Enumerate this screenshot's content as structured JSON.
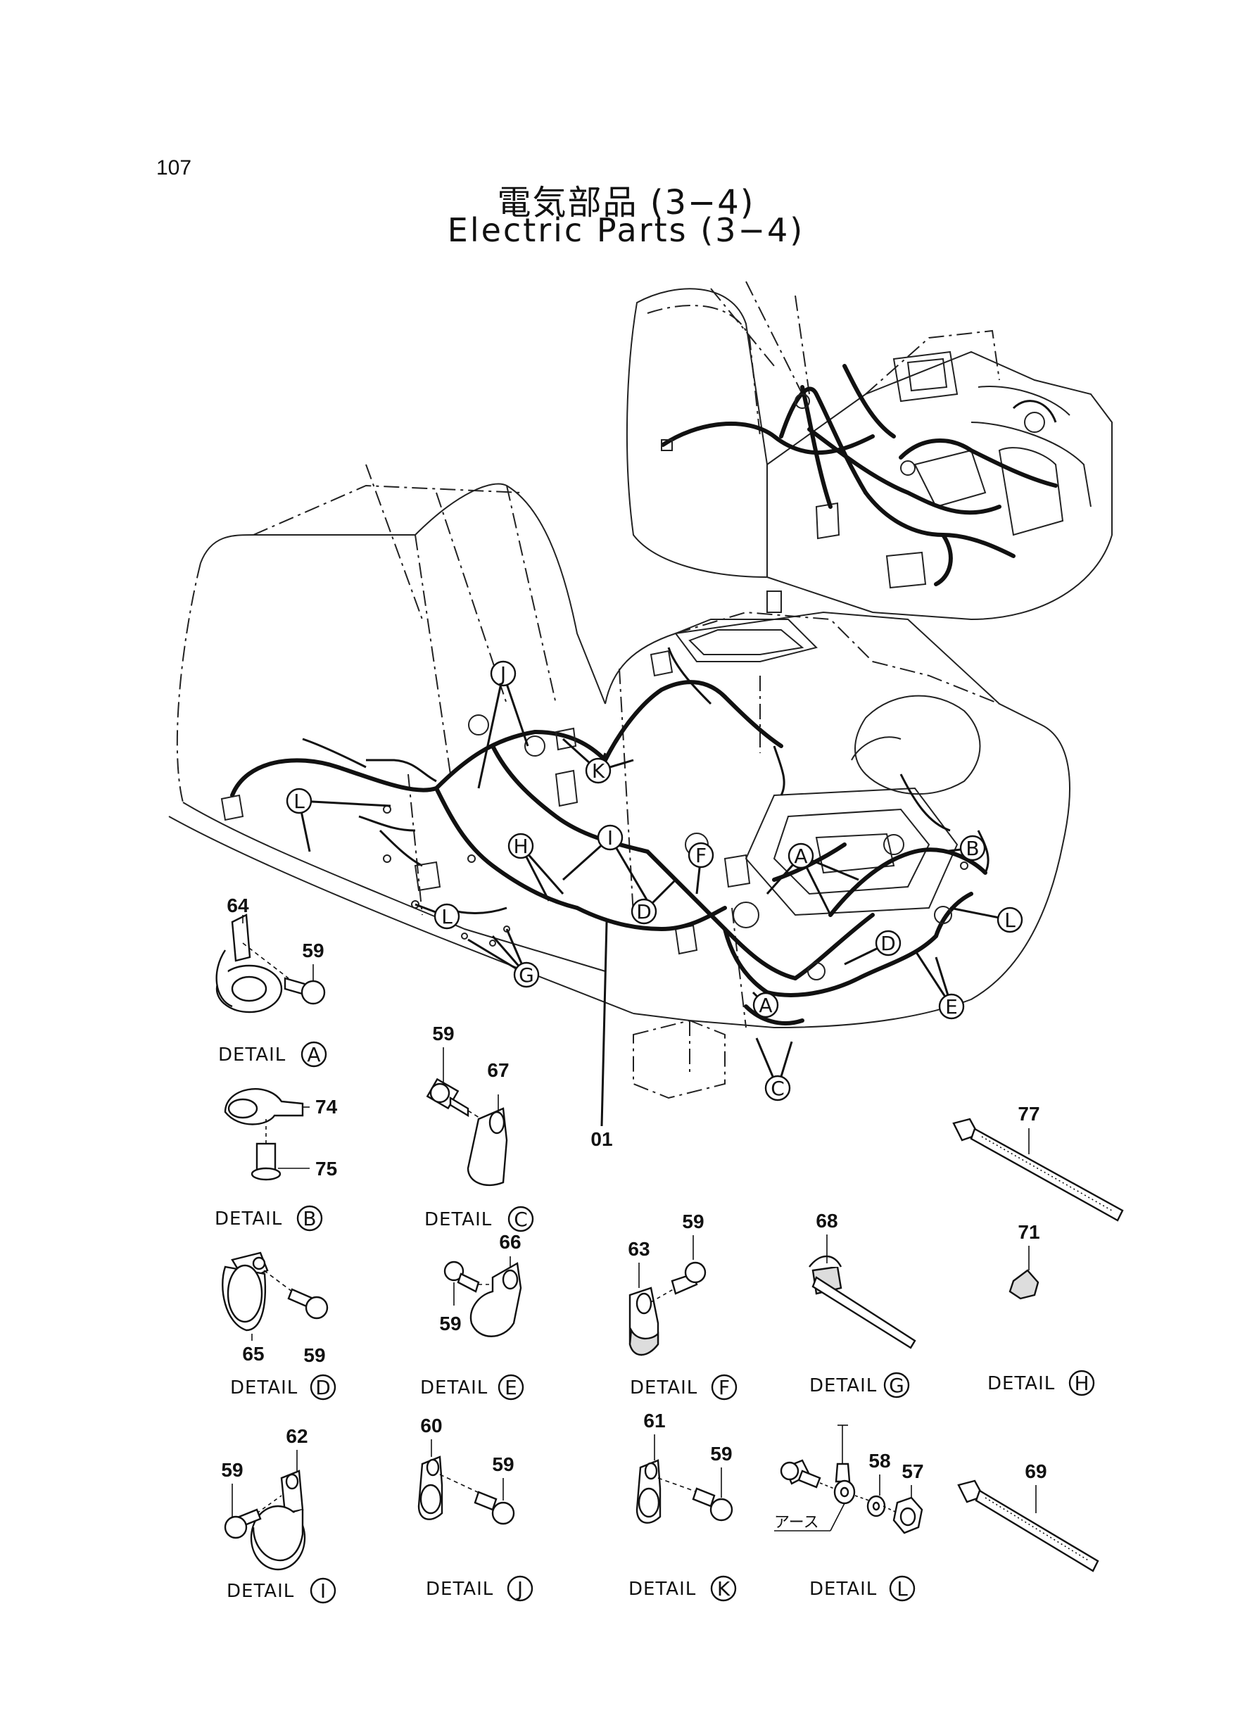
{
  "page": {
    "number": "107"
  },
  "title": {
    "ja": "電気部品 (3−4)",
    "en": "Electric Parts (3−4)"
  },
  "callouts": [
    "A",
    "B",
    "C",
    "D",
    "E",
    "F",
    "G",
    "H",
    "I",
    "J",
    "K",
    "L"
  ],
  "main_label": "01",
  "detail_word": "DETAIL",
  "details": {
    "A": {
      "letter": "A",
      "parts": [
        "64",
        "59"
      ]
    },
    "B": {
      "letter": "B",
      "parts": [
        "74",
        "75"
      ]
    },
    "C": {
      "letter": "C",
      "parts": [
        "59",
        "67"
      ]
    },
    "D": {
      "letter": "D",
      "parts": [
        "65",
        "59"
      ]
    },
    "E": {
      "letter": "E",
      "parts": [
        "66",
        "59"
      ]
    },
    "F": {
      "letter": "F",
      "parts": [
        "63",
        "59"
      ]
    },
    "G": {
      "letter": "G",
      "parts": [
        "68"
      ]
    },
    "H": {
      "letter": "H",
      "parts": [
        "71"
      ]
    },
    "I": {
      "letter": "I",
      "parts": [
        "62",
        "59"
      ]
    },
    "J": {
      "letter": "J",
      "parts": [
        "60",
        "59"
      ]
    },
    "K": {
      "letter": "K",
      "parts": [
        "61",
        "59"
      ]
    },
    "L": {
      "letter": "L",
      "parts": [
        "58",
        "57"
      ]
    }
  },
  "loose_parts": {
    "p77": "77",
    "p69": "69"
  },
  "ground_label": "アース"
}
